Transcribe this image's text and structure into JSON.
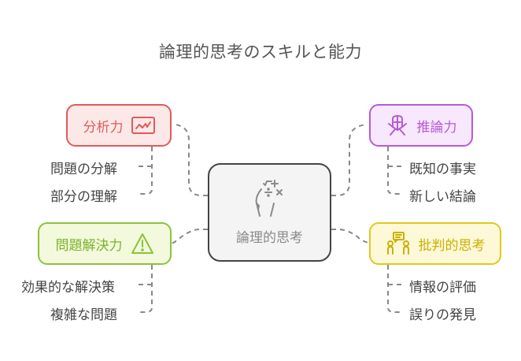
{
  "title": "論理的思考のスキルと能力",
  "center": {
    "label": "論理的思考",
    "icon": "head-math-icon"
  },
  "branches": {
    "analysis": {
      "label": "分析力",
      "icon": "line-chart-icon",
      "color": "#e05a5a",
      "children": [
        "問題の分解",
        "部分の理解"
      ]
    },
    "inference": {
      "label": "推論力",
      "icon": "praying-hands-icon",
      "color": "#b65ad8",
      "children": [
        "既知の事実",
        "新しい結論"
      ]
    },
    "problem_solving": {
      "label": "問題解決力",
      "icon": "warning-triangle-icon",
      "color": "#8dc23a",
      "children": [
        "効果的な解決策",
        "複雑な問題"
      ]
    },
    "critical_thinking": {
      "label": "批判的思考",
      "icon": "people-discussion-icon",
      "color": "#e2c81a",
      "children": [
        "情報の評価",
        "誤りの発見"
      ]
    }
  }
}
